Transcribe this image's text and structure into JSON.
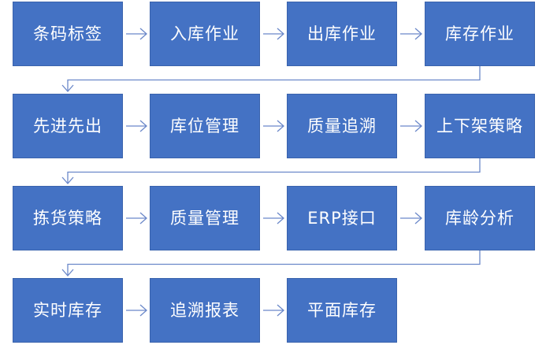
{
  "diagram": {
    "nodes": [
      {
        "id": "n1",
        "label": "条码标签"
      },
      {
        "id": "n2",
        "label": "入库作业"
      },
      {
        "id": "n3",
        "label": "出库作业"
      },
      {
        "id": "n4",
        "label": "库存作业"
      },
      {
        "id": "n5",
        "label": "先进先出"
      },
      {
        "id": "n6",
        "label": "库位管理"
      },
      {
        "id": "n7",
        "label": "质量追溯"
      },
      {
        "id": "n8",
        "label": "上下架策略"
      },
      {
        "id": "n9",
        "label": "拣货策略"
      },
      {
        "id": "n10",
        "label": "质量管理"
      },
      {
        "id": "n11",
        "label": "ERP接口"
      },
      {
        "id": "n12",
        "label": "库龄分析"
      },
      {
        "id": "n13",
        "label": "实时库存"
      },
      {
        "id": "n14",
        "label": "追溯报表"
      },
      {
        "id": "n15",
        "label": "平面库存"
      }
    ],
    "edges": [
      [
        "n1",
        "n2"
      ],
      [
        "n2",
        "n3"
      ],
      [
        "n3",
        "n4"
      ],
      [
        "n4",
        "n5"
      ],
      [
        "n5",
        "n6"
      ],
      [
        "n6",
        "n7"
      ],
      [
        "n7",
        "n8"
      ],
      [
        "n8",
        "n9"
      ],
      [
        "n9",
        "n10"
      ],
      [
        "n10",
        "n11"
      ],
      [
        "n11",
        "n12"
      ],
      [
        "n12",
        "n13"
      ],
      [
        "n13",
        "n14"
      ],
      [
        "n14",
        "n15"
      ]
    ],
    "colors": {
      "node_fill": "#4472C4",
      "node_text": "#FFFFFF",
      "connector": "#6B88C9"
    }
  }
}
